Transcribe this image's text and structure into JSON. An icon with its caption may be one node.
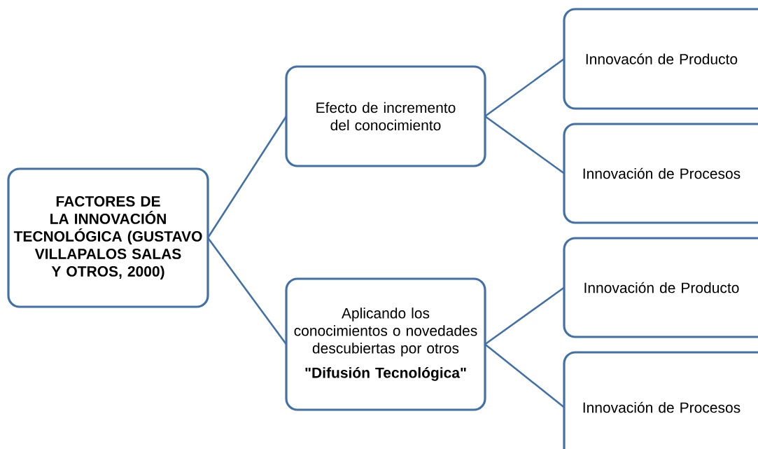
{
  "diagram": {
    "nodes": [
      {
        "text": [
          "FACTORES DE LA INNOVACIÓN TECNOLÓGICA (GUSTAVO VILLAPALOS SALAS Y OTROS, 2000)"
        ]
      },
      {
        "text": [
          "Efecto de incremento del conocimiento"
        ]
      },
      {
        "text": [
          "Aplicando los conocimientos o novedades descubiertas por otros",
          "\"Difusión Tecnológica\""
        ]
      },
      {
        "text": [
          "Innovacón de Producto"
        ]
      },
      {
        "text": [
          "Innovación de Procesos"
        ]
      },
      {
        "text": [
          "Innovación de Producto"
        ]
      },
      {
        "text": [
          "Innovación de Procesos"
        ]
      }
    ],
    "edges": [
      {
        "from": 0,
        "to": 1,
        "arrow": "none"
      },
      {
        "from": 0,
        "to": 2,
        "arrow": "none"
      },
      {
        "from": 1,
        "to": 3,
        "arrow": "none"
      },
      {
        "from": 1,
        "to": 4,
        "arrow": "none"
      },
      {
        "from": 2,
        "to": 5,
        "arrow": "none"
      },
      {
        "from": 2,
        "to": 6,
        "arrow": "none"
      }
    ]
  }
}
